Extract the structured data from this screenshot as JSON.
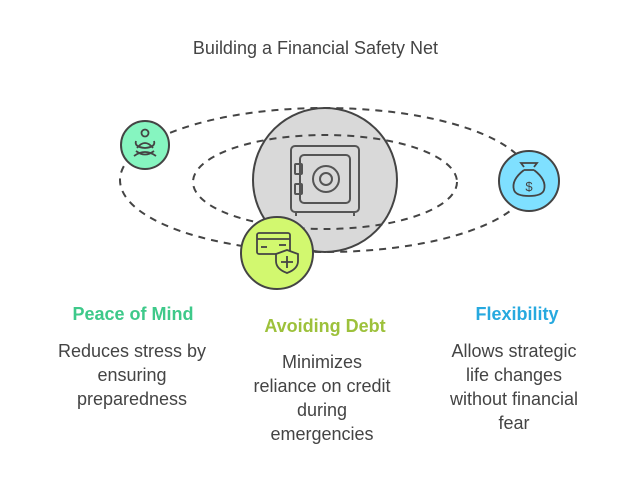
{
  "title": "Building a Financial Safety Net",
  "colors": {
    "peace": "#3ec98a",
    "debt": "#9dc13b",
    "flex": "#27a9df",
    "center": "#d9d9d9"
  },
  "items": [
    {
      "heading": "Peace of Mind",
      "lines": [
        "Reduces stress by",
        "ensuring",
        "preparedness"
      ],
      "icon": "meditation-icon"
    },
    {
      "heading": "Avoiding Debt",
      "lines": [
        "Minimizes",
        "reliance on credit",
        "during",
        "emergencies"
      ],
      "icon": "card-shield-icon"
    },
    {
      "heading": "Flexibility",
      "lines": [
        "Allows strategic",
        "life changes",
        "without financial",
        "fear"
      ],
      "icon": "money-bag-icon"
    }
  ],
  "center_icon": "safe-icon"
}
